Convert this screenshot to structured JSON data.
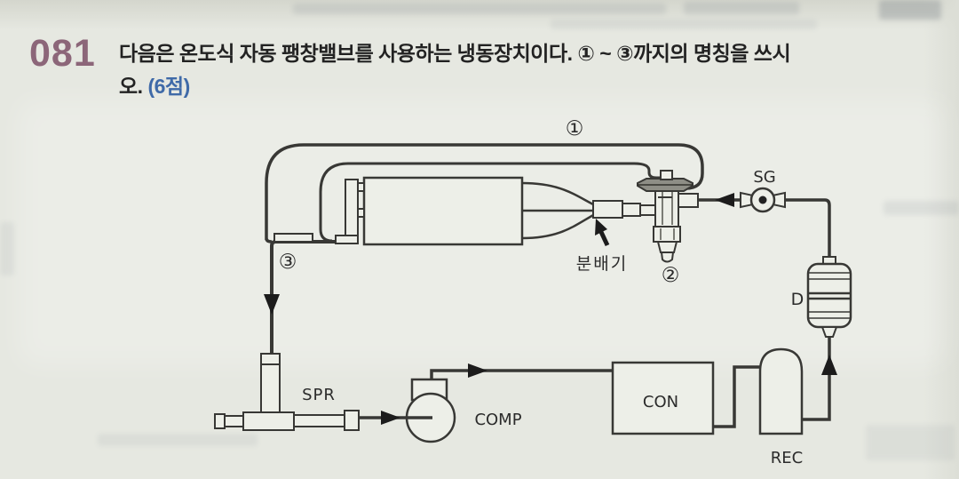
{
  "question": {
    "number": "081",
    "line1": "다음은 온도식 자동 팽창밸브를 사용하는 냉동장치이다. ① ~ ③까지의 명칭을 쓰시",
    "line2": "오.",
    "points": "(6점)"
  },
  "diagram": {
    "callouts": {
      "one": "①",
      "two": "②",
      "three": "③"
    },
    "labels": {
      "sight_glass": "SG",
      "drier": "D",
      "distributor": "분배기",
      "suction_pressure_regulator": "SPR",
      "compressor": "COMP",
      "condenser": "CON",
      "receiver": "REC"
    }
  },
  "colors": {
    "page_background": "#e6e8e1",
    "question_number": "#8c6679",
    "points": "#3f6aa8",
    "ink": "#222222"
  }
}
